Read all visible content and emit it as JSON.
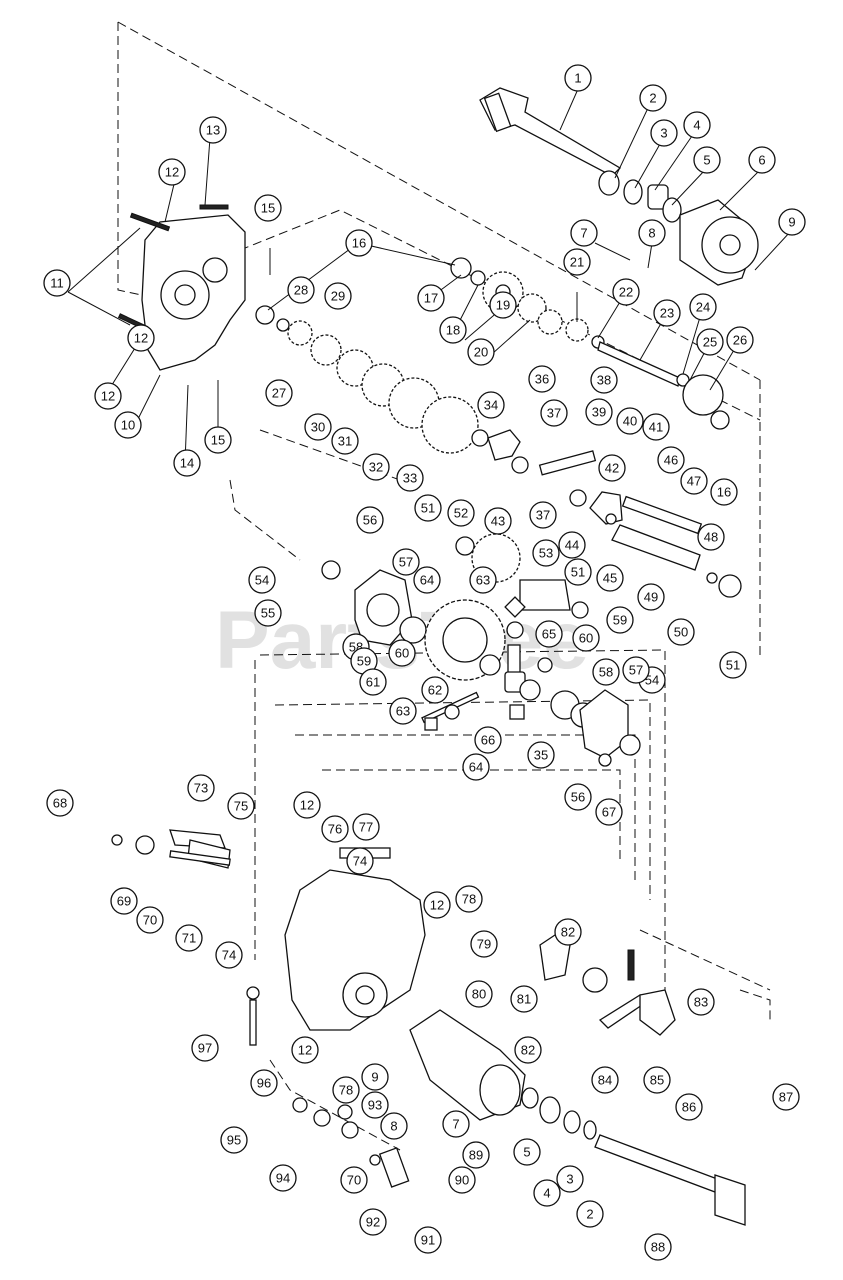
{
  "watermark": "PartsTree",
  "callout_numbers": [
    "1",
    "2",
    "3",
    "4",
    "5",
    "6",
    "7",
    "8",
    "9",
    "10",
    "11",
    "12",
    "12",
    "12",
    "12",
    "12",
    "12",
    "13",
    "14",
    "15",
    "15",
    "16",
    "16",
    "17",
    "18",
    "19",
    "20",
    "21",
    "22",
    "23",
    "24",
    "25",
    "26",
    "27",
    "28",
    "29",
    "30",
    "31",
    "32",
    "33",
    "34",
    "35",
    "36",
    "37",
    "37",
    "38",
    "39",
    "40",
    "41",
    "42",
    "43",
    "44",
    "45",
    "46",
    "47",
    "48",
    "49",
    "50",
    "51",
    "51",
    "51",
    "52",
    "53",
    "54",
    "54",
    "55",
    "56",
    "56",
    "57",
    "57",
    "58",
    "58",
    "59",
    "59",
    "60",
    "60",
    "61",
    "62",
    "63",
    "63",
    "64",
    "64",
    "65",
    "66",
    "67",
    "68",
    "69",
    "70",
    "70",
    "71",
    "73",
    "74",
    "74",
    "75",
    "76",
    "77",
    "78",
    "78",
    "79",
    "80",
    "81",
    "82",
    "82",
    "83",
    "84",
    "85",
    "86",
    "87",
    "88",
    "89",
    "90",
    "91",
    "92",
    "93",
    "94",
    "95",
    "96",
    "97",
    "2",
    "3",
    "4",
    "5",
    "7",
    "8",
    "9"
  ]
}
